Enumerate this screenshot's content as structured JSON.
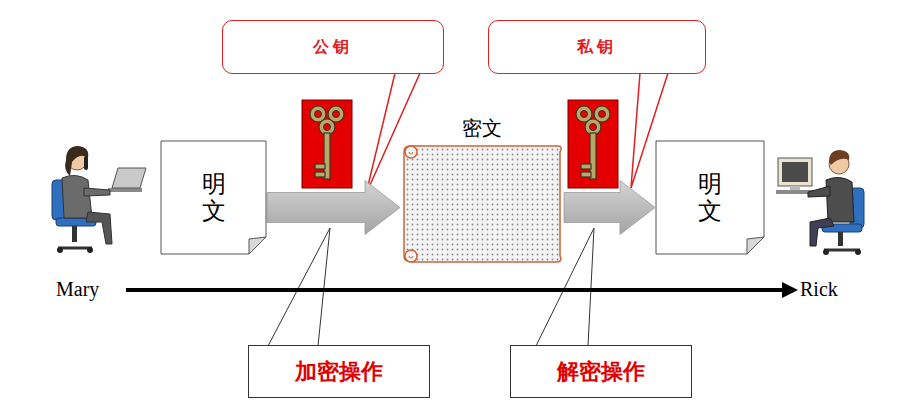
{
  "diagram": {
    "nodes": [
      {
        "text": [
          "公钥"
        ]
      },
      {
        "text": [
          "私钥"
        ]
      },
      {
        "text": [
          "明文"
        ]
      },
      {
        "text": [
          "密文"
        ]
      },
      {
        "text": [
          "明文"
        ]
      },
      {
        "text": [
          "加密操作"
        ]
      },
      {
        "text": [
          "解密操作"
        ]
      }
    ],
    "edges": [
      {
        "from": 2,
        "to": 3,
        "arrow": "to"
      },
      {
        "from": 3,
        "to": 4,
        "arrow": "to"
      }
    ],
    "labels": [
      "Mary",
      "Rick"
    ]
  }
}
